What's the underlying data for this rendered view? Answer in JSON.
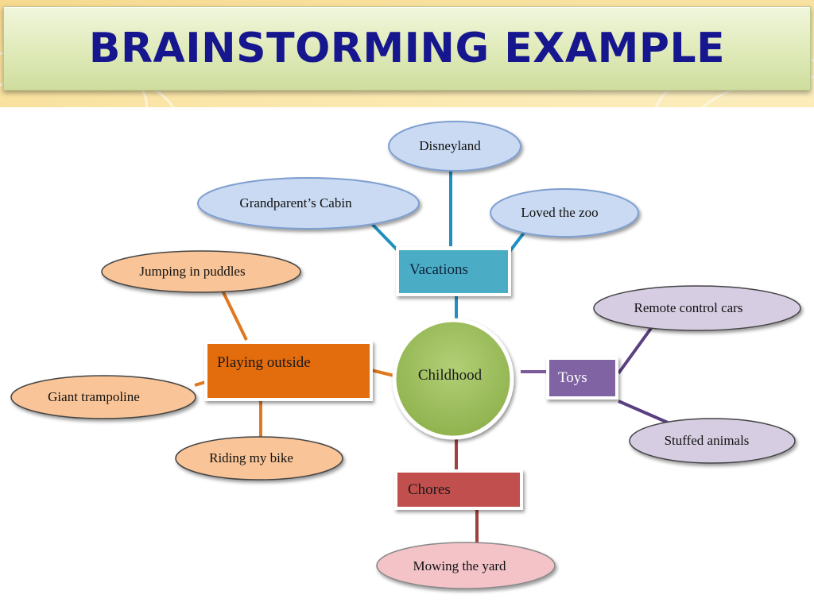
{
  "title": "BRAINSTORMING EXAMPLE",
  "center": "Childhood",
  "branches": {
    "vacations": "Vacations",
    "playing_outside": "Playing outside",
    "toys": "Toys",
    "chores": "Chores"
  },
  "leaves": {
    "disneyland": "Disneyland",
    "grandparents_cabin": "Grandparent’s Cabin",
    "loved_the_zoo": "Loved the zoo",
    "jumping_in_puddles": "Jumping in puddles",
    "giant_trampoline": "Giant trampoline",
    "riding_my_bike": "Riding my bike",
    "remote_control_cars": "Remote control cars",
    "stuffed_animals": "Stuffed animals",
    "mowing_the_yard": "Mowing the yard"
  },
  "colors": {
    "title_text": "#16168f",
    "center_fill": "#9bbb59",
    "vacations_fill": "#4bacc6",
    "vacations_leaf": "#c6d9f1",
    "playing_fill": "#e36c09",
    "playing_leaf": "#fac090",
    "toys_fill": "#8064a2",
    "toys_leaf": "#ccc1da",
    "chores_fill": "#c0504d",
    "chores_leaf": "#f2c0c6"
  }
}
